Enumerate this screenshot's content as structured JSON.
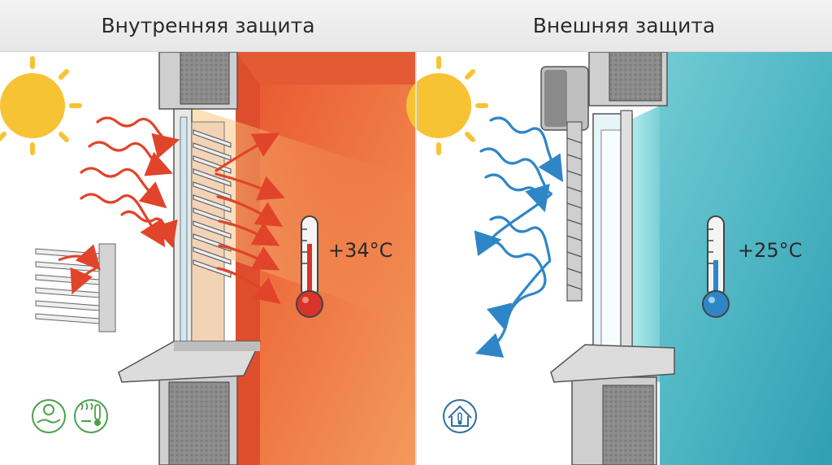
{
  "panels": {
    "left": {
      "title": "Внутренняя защита",
      "temperature": "+34°C"
    },
    "right": {
      "title": "Внешняя защита",
      "temperature": "+25°C"
    }
  },
  "colors": {
    "heat_arrow": "#e0442a",
    "cool_arrow": "#2f86c7",
    "sun": "#f7c234",
    "warm_room": "#ec6a3a",
    "cool_room": "#5cc0c8",
    "icon_green": "#4aa14b",
    "icon_blue": "#2f6f9f"
  },
  "icons": {
    "left": [
      "eco-hand-sun-icon",
      "heat-thermometer-icon"
    ],
    "right": [
      "house-thermometer-icon"
    ]
  }
}
